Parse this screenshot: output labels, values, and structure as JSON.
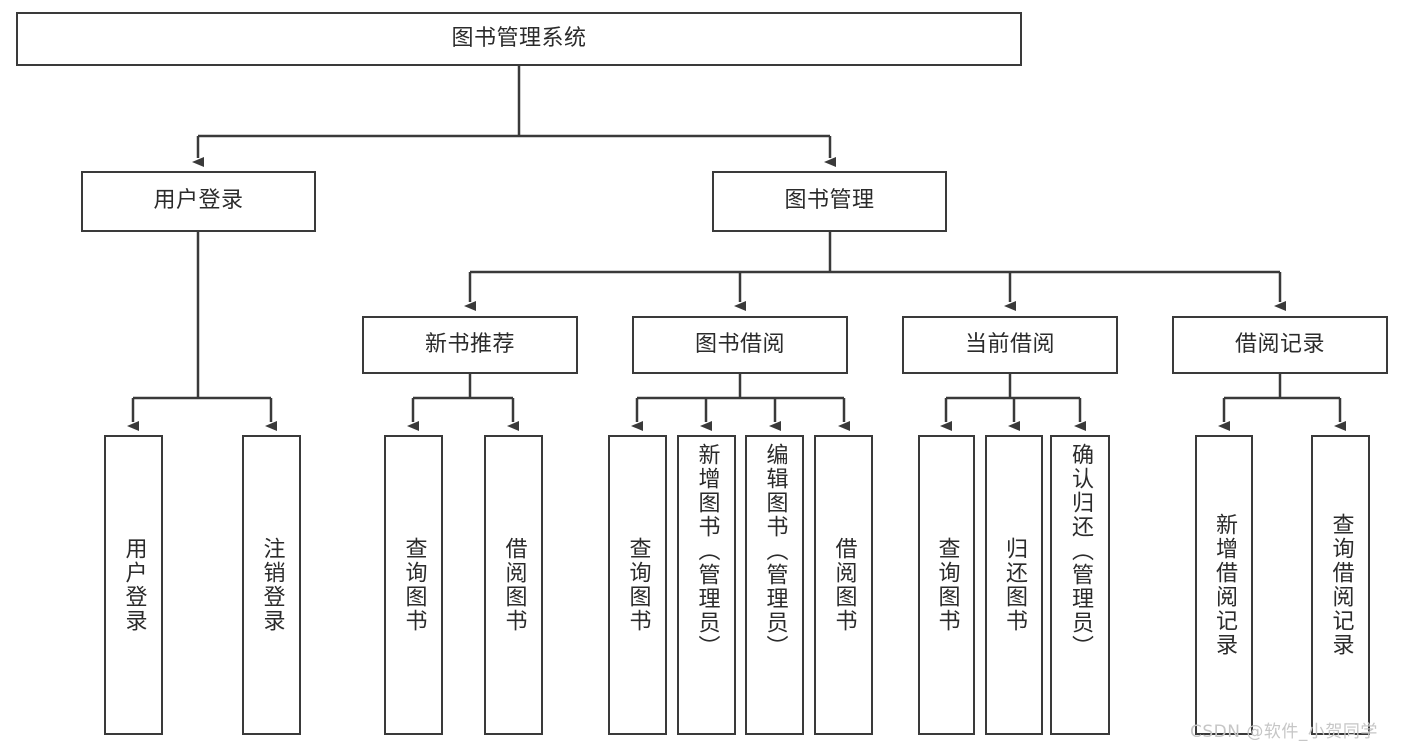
{
  "diagram": {
    "title": "图书管理系统",
    "type": "hierarchy-tree",
    "root": {
      "label": "图书管理系统"
    },
    "level2": [
      {
        "label": "用户登录"
      },
      {
        "label": "图书管理"
      }
    ],
    "level3": [
      {
        "label": "新书推荐"
      },
      {
        "label": "图书借阅"
      },
      {
        "label": "当前借阅"
      },
      {
        "label": "借阅记录"
      }
    ],
    "leaves": {
      "user_login": [
        {
          "label": "用户登录"
        },
        {
          "label": "注销登录"
        }
      ],
      "new_book_recommend": [
        {
          "label": "查询图书"
        },
        {
          "label": "借阅图书"
        }
      ],
      "book_borrow": [
        {
          "label": "查询图书"
        },
        {
          "label": "新增图书（管理员）"
        },
        {
          "label": "编辑图书（管理员）"
        },
        {
          "label": "借阅图书"
        }
      ],
      "current_borrow": [
        {
          "label": "查询图书"
        },
        {
          "label": "归还图书"
        },
        {
          "label": "确认归还（管理员）"
        }
      ],
      "borrow_record": [
        {
          "label": "新增借阅记录"
        },
        {
          "label": "查询借阅记录"
        }
      ]
    }
  },
  "watermark": {
    "text": "CSDN @软件_小贺同学"
  },
  "colors": {
    "stroke": "#3a3a3a",
    "text": "#2b2b2b",
    "background": "#ffffff",
    "watermark": "#c6c6c6"
  }
}
